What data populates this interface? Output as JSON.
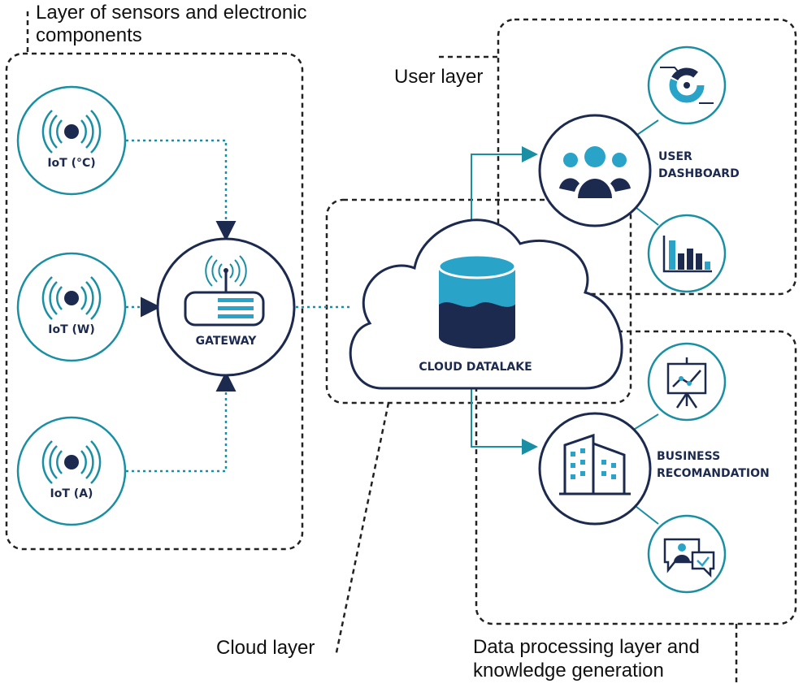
{
  "captions": {
    "sensors_layer_line1": "Layer of sensors and electronic",
    "sensors_layer_line2": "components",
    "user_layer": "User layer",
    "cloud_layer": "Cloud layer",
    "processing_layer_line1": "Data processing layer and",
    "processing_layer_line2": "knowledge generation"
  },
  "nodes": {
    "iot_temp": "IoT (°C)",
    "iot_w": "IoT (W)",
    "iot_a": "IoT (A)",
    "gateway": "GATEWAY",
    "cloud_datalake": "CLOUD DATALAKE",
    "user_dashboard_line1": "USER",
    "user_dashboard_line2": "DASHBOARD",
    "business_line1": "BUSINESS",
    "business_line2": "RECOMANDATION"
  },
  "colors": {
    "teal": "#1a8fa3",
    "navy": "#1b2a4e",
    "accent_blue": "#2aa3c9",
    "dashed_border": "#222222"
  },
  "icons": [
    "wireless-signal-icon",
    "router-icon",
    "database-icon",
    "users-group-icon",
    "donut-gauge-icon",
    "bar-chart-icon",
    "presentation-board-icon",
    "office-buildings-icon",
    "video-chat-icon"
  ]
}
